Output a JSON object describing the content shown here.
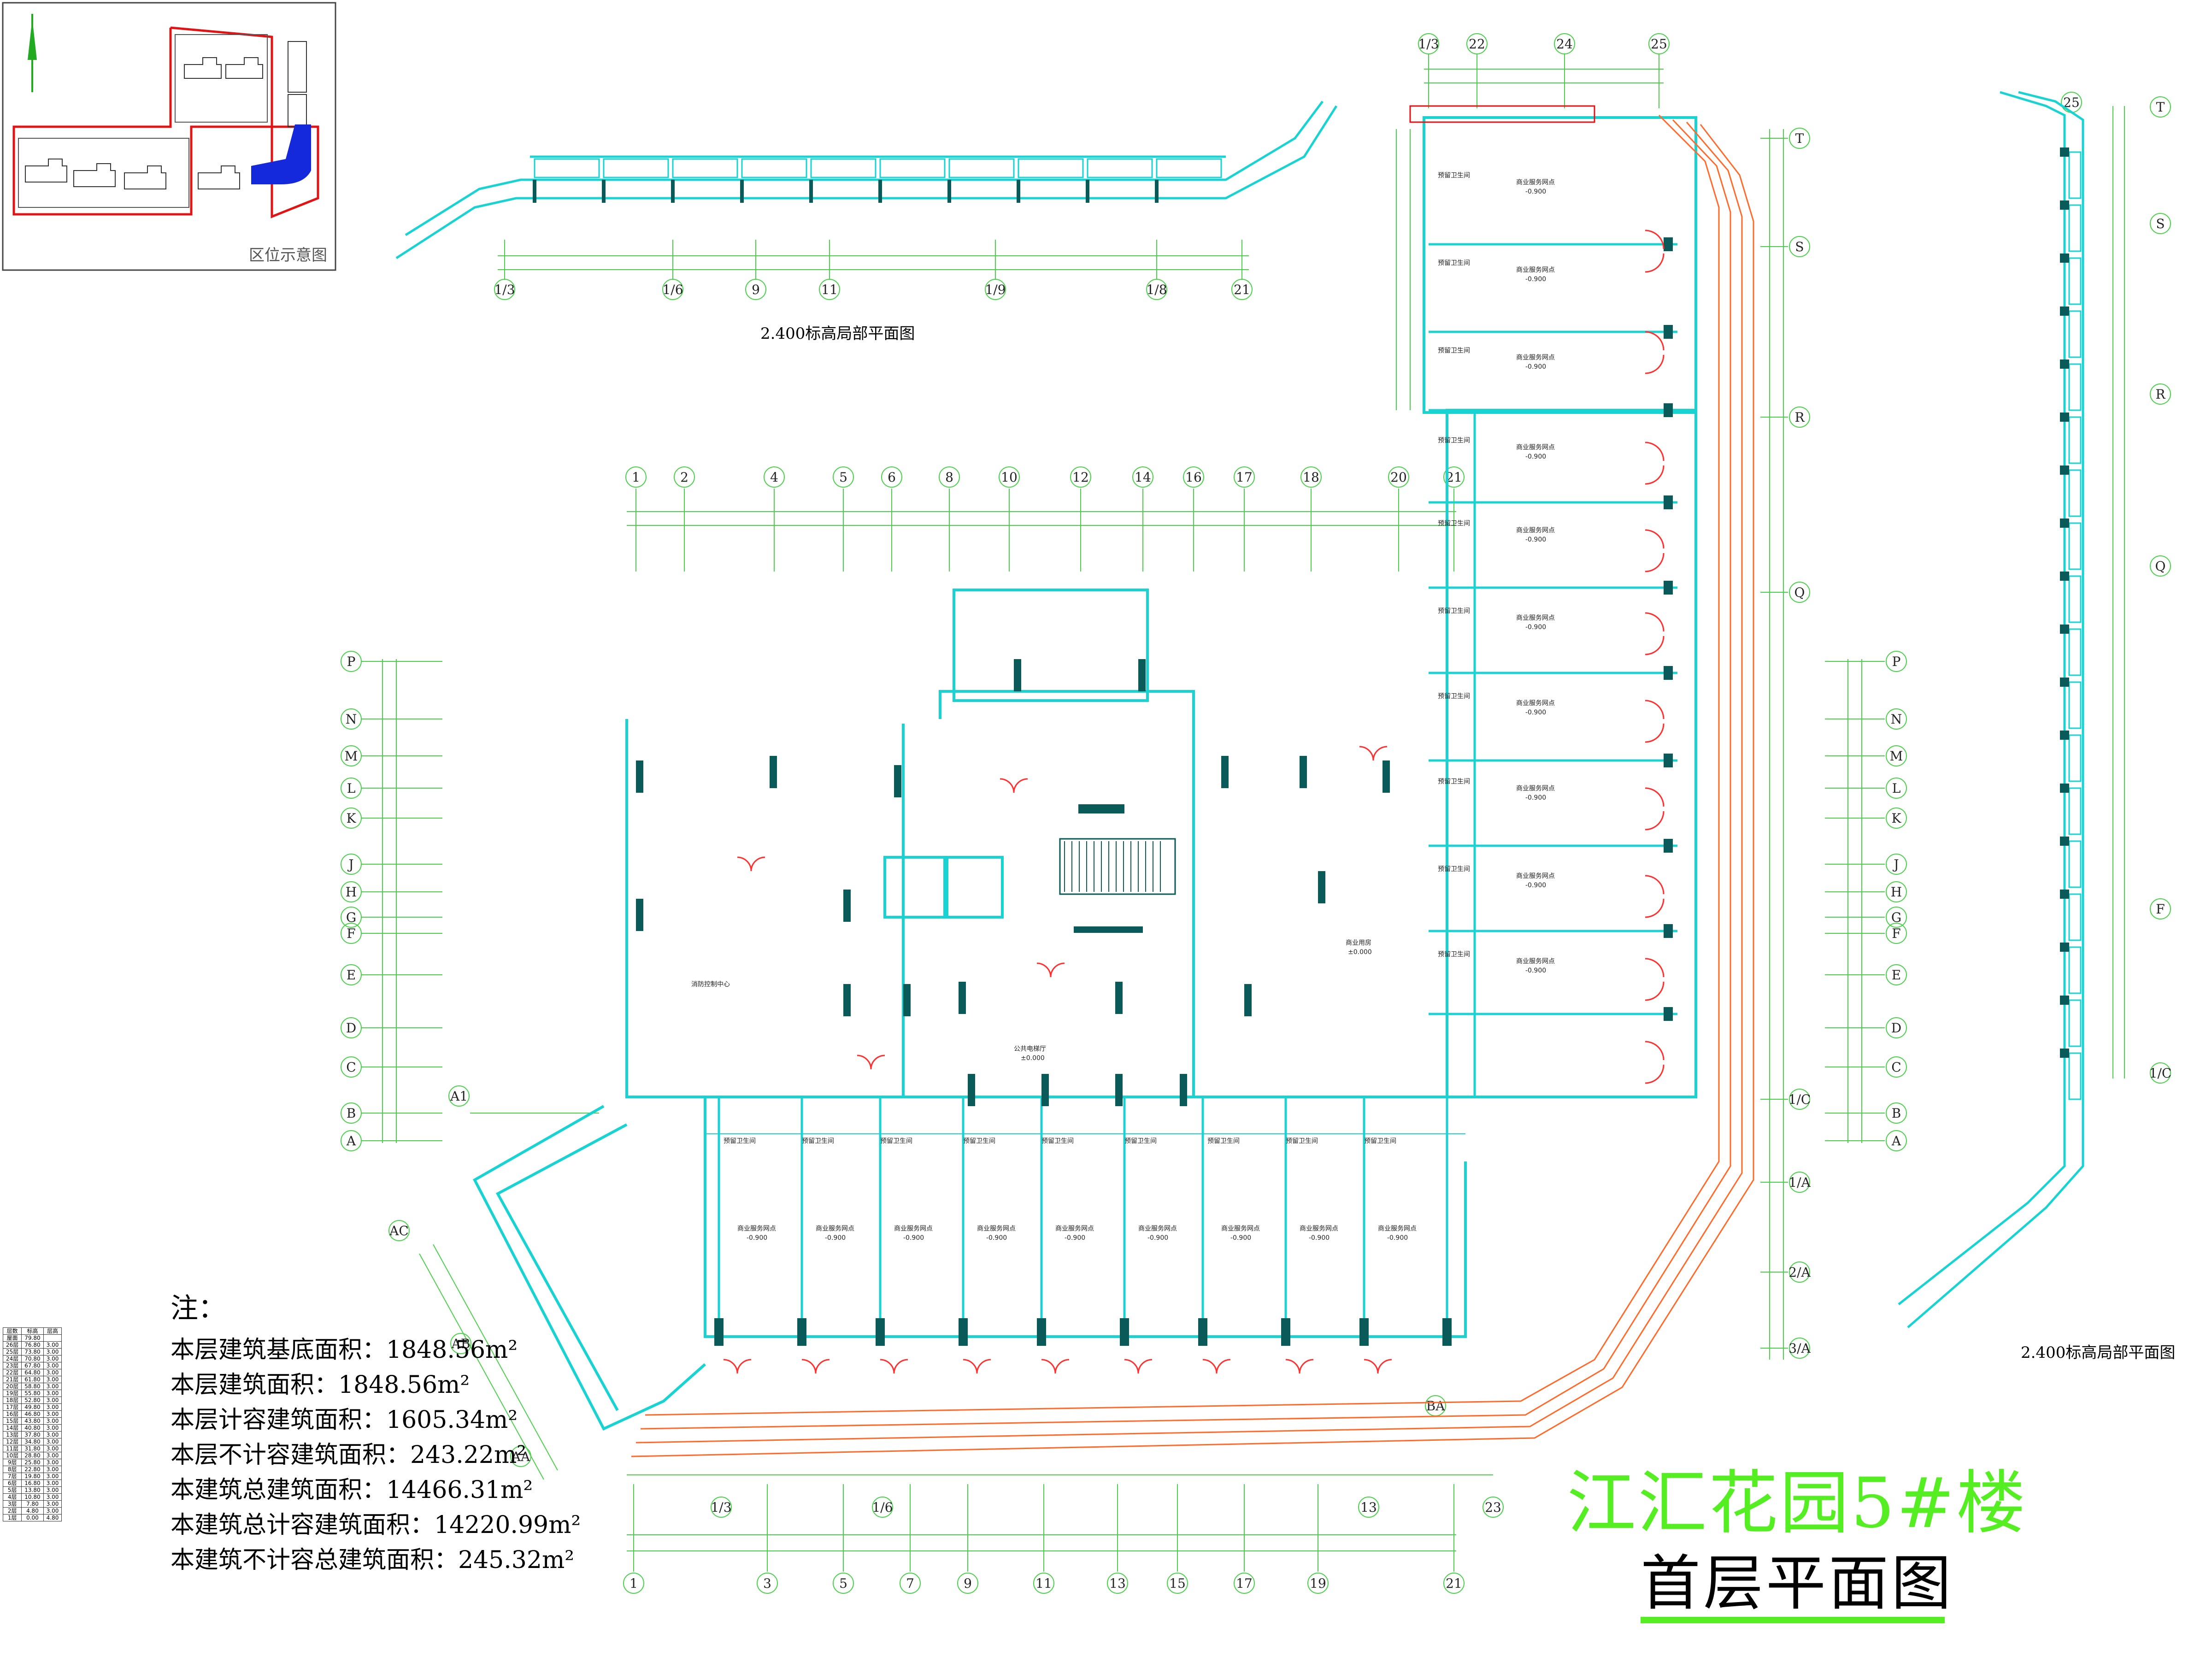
{
  "title": {
    "main": "江汇花园5#楼",
    "sub": "首层平面图"
  },
  "key_plan": {
    "label": "区位示意图"
  },
  "partial_plans": {
    "top_label": "2.400标高局部平面图",
    "right_label": "2.400标高局部平面图"
  },
  "notes": {
    "heading": "注：",
    "lines": [
      "本层建筑基底面积：1848.56m²",
      "本层建筑面积：1848.56m²",
      "本层计容建筑面积：1605.34m²",
      "本层不计容建筑面积：243.22m²",
      "本建筑总建筑面积：14466.31m²",
      "本建筑总计容建筑面积：14220.99m²",
      "本建筑不计容总建筑面积：245.32m²"
    ]
  },
  "axes": {
    "main_top": [
      "1",
      "2",
      "4",
      "5",
      "6",
      "8",
      "10",
      "12",
      "14",
      "16",
      "17",
      "18",
      "20",
      "21"
    ],
    "main_bottom": [
      "1",
      "3",
      "5",
      "7",
      "9",
      "11",
      "13",
      "15",
      "17",
      "19",
      "21"
    ],
    "bottom_upper": [
      "1/3",
      "1/6",
      "13",
      "23"
    ],
    "left": [
      "P",
      "N",
      "M",
      "L",
      "K",
      "J",
      "H",
      "G",
      "F",
      "E",
      "D",
      "C",
      "B",
      "A"
    ],
    "right_tower": [
      "T",
      "S",
      "R",
      "Q",
      "1/C",
      "1/A",
      "2/A",
      "3/A"
    ],
    "far_right": [
      "P",
      "N",
      "M",
      "L",
      "K",
      "J",
      "H",
      "G",
      "F",
      "E",
      "D",
      "C",
      "B",
      "A"
    ],
    "top_strip": [
      "1/3",
      "1/6",
      "9",
      "11",
      "1/9",
      "1/8",
      "21"
    ],
    "top_right": [
      "1/3",
      "22",
      "24",
      "25"
    ],
    "far_right_col": [
      "25",
      "T",
      "S",
      "R",
      "Q",
      "F",
      "1/C"
    ],
    "diag": [
      "AA",
      "AB",
      "AC",
      "A1",
      "BA"
    ]
  },
  "room_labels": {
    "shop": "商业服务网点",
    "shop_level": "-0.900",
    "wc": "预留卫生间",
    "lobby": "公共电梯厅",
    "lobby_level": "±0.000",
    "fire_room": "消防控制中心",
    "shop_big": "商业用房"
  },
  "floor_table": {
    "headers": [
      "层数",
      "标高",
      "层高"
    ],
    "rows": [
      [
        "屋面",
        "79.80",
        ""
      ],
      [
        "26层",
        "76.80",
        "3.00"
      ],
      [
        "25层",
        "73.80",
        "3.00"
      ],
      [
        "24层",
        "70.80",
        "3.00"
      ],
      [
        "23层",
        "67.80",
        "3.00"
      ],
      [
        "22层",
        "64.80",
        "3.00"
      ],
      [
        "21层",
        "61.80",
        "3.00"
      ],
      [
        "20层",
        "58.80",
        "3.00"
      ],
      [
        "19层",
        "55.80",
        "3.00"
      ],
      [
        "18层",
        "52.80",
        "3.00"
      ],
      [
        "17层",
        "49.80",
        "3.00"
      ],
      [
        "16层",
        "46.80",
        "3.00"
      ],
      [
        "15层",
        "43.80",
        "3.00"
      ],
      [
        "14层",
        "40.80",
        "3.00"
      ],
      [
        "13层",
        "37.80",
        "3.00"
      ],
      [
        "12层",
        "34.80",
        "3.00"
      ],
      [
        "11层",
        "31.80",
        "3.00"
      ],
      [
        "10层",
        "28.80",
        "3.00"
      ],
      [
        "9层",
        "25.80",
        "3.00"
      ],
      [
        "8层",
        "22.80",
        "3.00"
      ],
      [
        "7层",
        "19.80",
        "3.00"
      ],
      [
        "6层",
        "16.80",
        "3.00"
      ],
      [
        "5层",
        "13.80",
        "3.00"
      ],
      [
        "4层",
        "10.80",
        "3.00"
      ],
      [
        "3层",
        "7.80",
        "3.00"
      ],
      [
        "2层",
        "4.80",
        "3.00"
      ],
      [
        "1层",
        "0.00",
        "4.80"
      ]
    ]
  },
  "colors": {
    "wall": "#19d3d3",
    "column": "#0a5a5a",
    "dim": "#4bd04b",
    "door": "#ff3030",
    "window_label": "#9a4ad9",
    "site_red": "#e01414",
    "blue_fill": "#1428dc",
    "title_green": "#55ee22"
  }
}
